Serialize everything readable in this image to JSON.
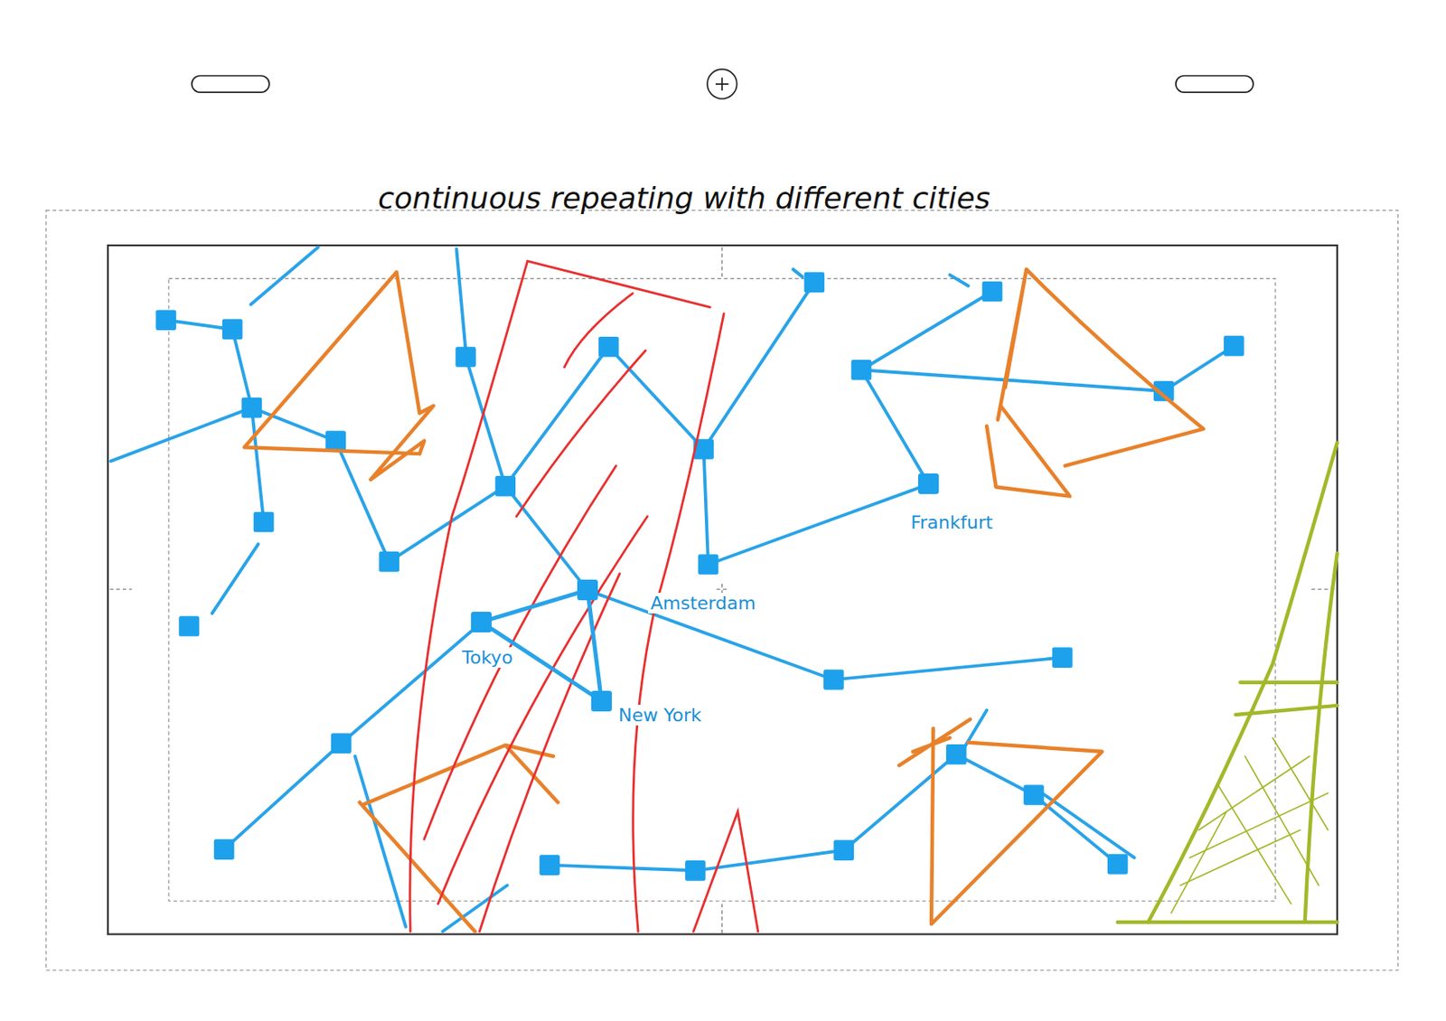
{
  "diagram": {
    "title": "continuous repeating with different cities",
    "nodes": [
      {
        "text": [
          "Frankfurt"
        ]
      },
      {
        "text": [
          "Amsterdam"
        ]
      },
      {
        "text": [
          "Tokyo"
        ]
      },
      {
        "text": [
          "New York"
        ]
      }
    ],
    "edges": [
      {
        "from": 1,
        "to": 2,
        "arrow": "none"
      },
      {
        "from": 1,
        "to": 3,
        "arrow": "none"
      },
      {
        "from": 2,
        "to": 3,
        "arrow": "none"
      }
    ]
  }
}
